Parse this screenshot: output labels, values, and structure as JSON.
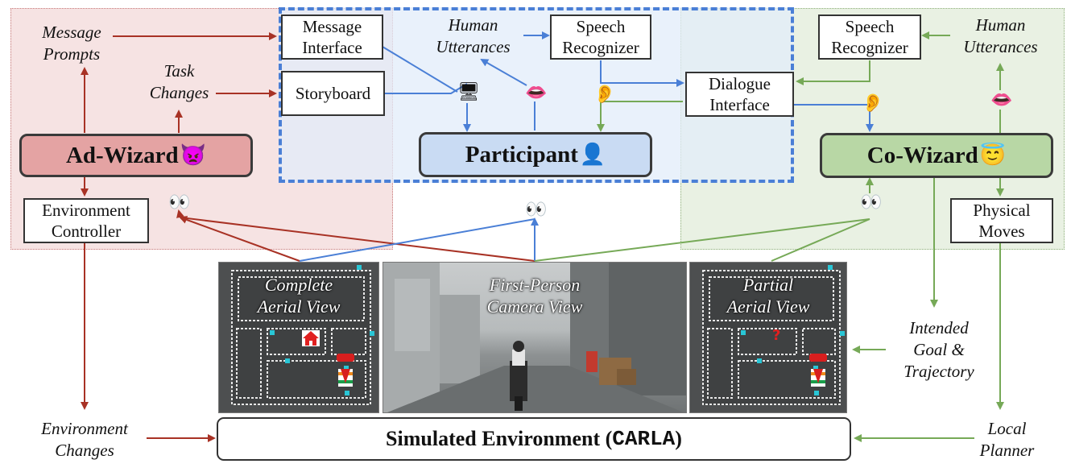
{
  "roles": {
    "ad_wizard": "Ad-Wizard",
    "participant": "Participant",
    "co_wizard": "Co-Wizard"
  },
  "boxes": {
    "message_interface": "Message\nInterface",
    "storyboard": "Storyboard",
    "speech_recognizer_left": "Speech\nRecognizer",
    "dialogue_interface": "Dialogue\nInterface",
    "speech_recognizer_right": "Speech\nRecognizer",
    "environment_controller": "Environment\nController",
    "physical_moves": "Physical\nMoves",
    "simulated_environment": "Simulated Environment (",
    "carla": "CARLA",
    "simulated_environment_end": ")"
  },
  "labels": {
    "message_prompts": "Message\nPrompts",
    "task_changes": "Task\nChanges",
    "human_utterances_left": "Human\nUtterances",
    "human_utterances_right": "Human\nUtterances",
    "environment_changes": "Environment\nChanges",
    "intended_goal": "Intended\nGoal &\nTrajectory",
    "local_planner": "Local\nPlanner"
  },
  "views": {
    "complete_aerial": "Complete\nAerial View",
    "first_person": "First-Person\nCamera View",
    "partial_aerial": "Partial\nAerial View"
  },
  "icons": {
    "ad_wizard_emoji": "👿",
    "participant_emoji": "👤",
    "co_wizard_emoji": "😇",
    "eyes": "👀",
    "lips": "👄",
    "ear": "👂",
    "monitor": "🖥",
    "question_mark": "?"
  },
  "colors": {
    "ad_wizard_line": "#a83225",
    "participant_line": "#4a7fd6",
    "co_wizard_line": "#76a957",
    "ad_wizard_region": "#f6e3e3",
    "participant_region": "#eaf1fb",
    "co_wizard_region": "#e9f1e3",
    "ad_wizard_box": "#e4a3a3",
    "participant_box": "#c9dbf3",
    "co_wizard_box": "#b8d7a5"
  }
}
